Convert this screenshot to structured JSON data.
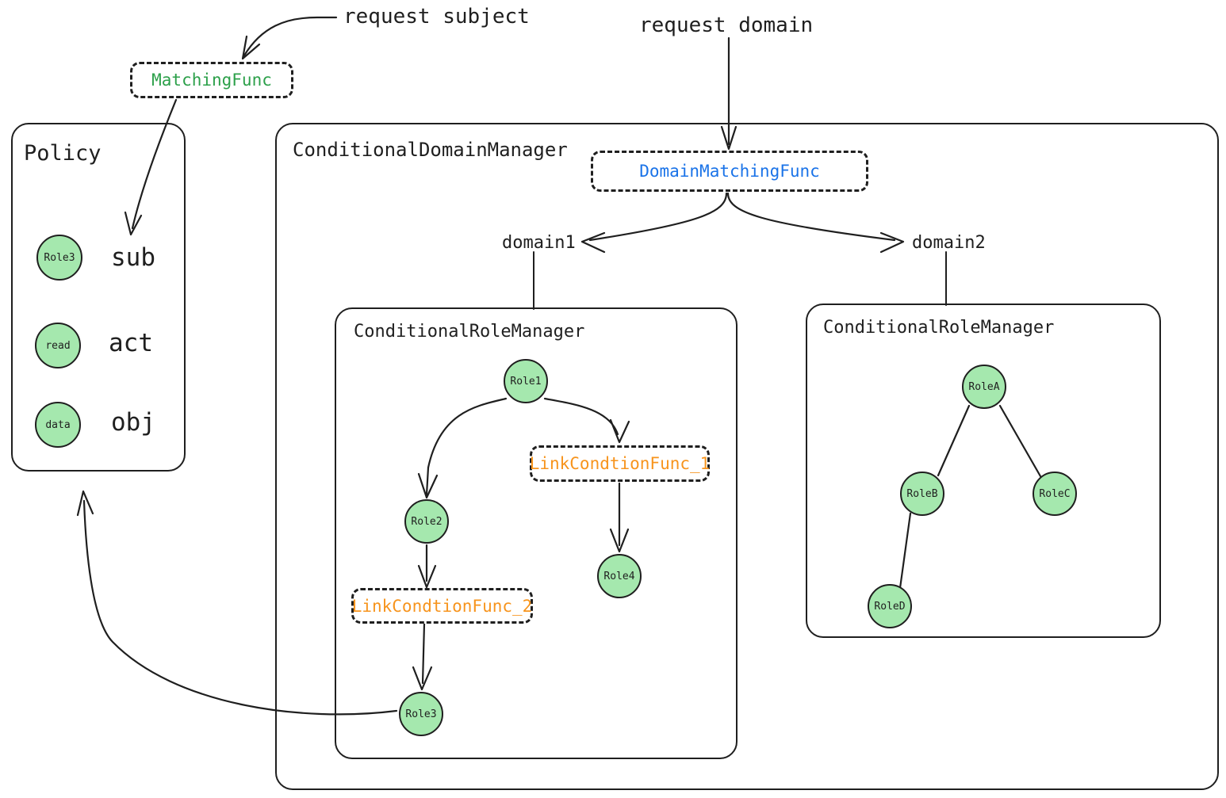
{
  "diagram": {
    "title_labels": {
      "request_subject": "request subject",
      "request_domain": "request domain"
    },
    "colors": {
      "node_fill": "#a5e8ae",
      "stroke": "#1f1f1f",
      "matching_func_text": "#2ca04a",
      "domain_matching_func_text": "#1a73e8",
      "link_condition_func_text": "#f7941d"
    },
    "policy_box": {
      "title": "Policy",
      "rows": [
        {
          "node": "Role3",
          "label": "sub"
        },
        {
          "node": "read",
          "label": "act"
        },
        {
          "node": "data",
          "label": "obj"
        }
      ]
    },
    "matching_func": {
      "label": "MatchingFunc"
    },
    "domain_manager": {
      "title": "ConditionalDomainManager",
      "matching_func": {
        "label": "DomainMatchingFunc"
      },
      "domain_labels": {
        "left": "domain1",
        "right": "domain2"
      },
      "left_role_manager": {
        "title": "ConditionalRoleManager",
        "nodes": [
          {
            "id": "role1",
            "label": "Role1"
          },
          {
            "id": "role2",
            "label": "Role2"
          },
          {
            "id": "role3",
            "label": "Role3"
          },
          {
            "id": "role4",
            "label": "Role4"
          }
        ],
        "link_funcs": [
          {
            "id": "lcf1",
            "label": "LinkCondtionFunc_1"
          },
          {
            "id": "lcf2",
            "label": "LinkCondtionFunc_2"
          }
        ]
      },
      "right_role_manager": {
        "title": "ConditionalRoleManager",
        "nodes": [
          {
            "id": "roleA",
            "label": "RoleA"
          },
          {
            "id": "roleB",
            "label": "RoleB"
          },
          {
            "id": "roleC",
            "label": "RoleC"
          },
          {
            "id": "roleD",
            "label": "RoleD"
          }
        ]
      }
    }
  }
}
